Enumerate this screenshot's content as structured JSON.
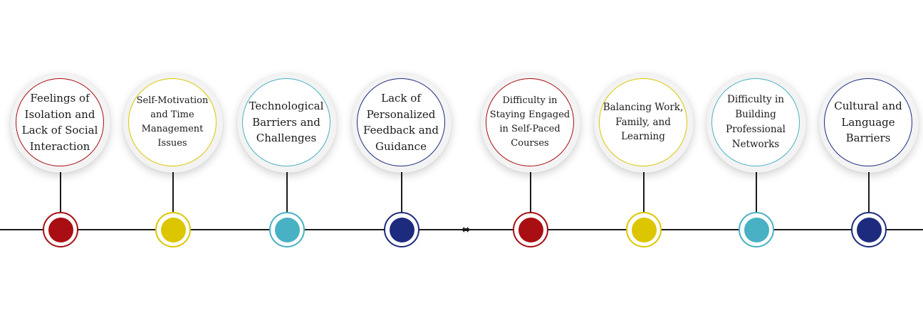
{
  "colors": {
    "red": "#a90e12",
    "yellow": "#dcc600",
    "teal": "#48b1c4",
    "navy": "#1d2b7e"
  },
  "items": [
    {
      "text": "Feelings of Isolation and Lack of Social Interaction",
      "color": "#a90e12",
      "font_size": 15
    },
    {
      "text": "Self-Motivation and Time Management Issues",
      "color": "#dcc600",
      "font_size": 13
    },
    {
      "text": "Technological Barriers and Challenges",
      "color": "#48b1c4",
      "font_size": 15
    },
    {
      "text": "Lack of Personalized Feedback and Guidance",
      "color": "#1d2b7e",
      "font_size": 15
    },
    {
      "text": "Difficulty in Staying Engaged in Self-Paced Courses",
      "color": "#a90e12",
      "font_size": 13
    },
    {
      "text": "Balancing Work, Family, and Learning",
      "color": "#dcc600",
      "font_size": 13.5
    },
    {
      "text": "Difficulty in Building Professional Networks",
      "color": "#48b1c4",
      "font_size": 13.5
    },
    {
      "text": "Cultural and Language Barriers",
      "color": "#1d2b7e",
      "font_size": 15
    }
  ]
}
